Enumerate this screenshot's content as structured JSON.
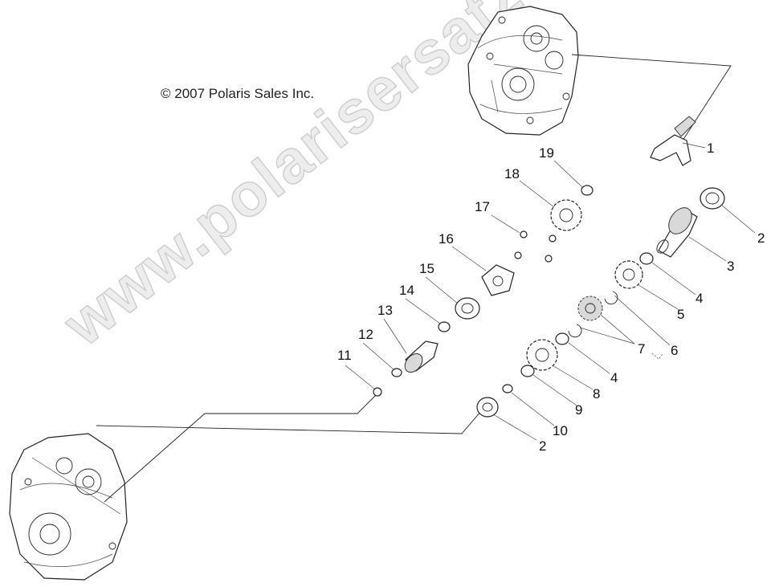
{
  "copyright": "© 2007 Polaris Sales Inc.",
  "watermark": "www.polarisersatzteile.de",
  "callouts": [
    "1",
    "2",
    "3",
    "4",
    "5",
    "6",
    "7",
    "8",
    "9",
    "10",
    "11",
    "12",
    "13",
    "14",
    "15",
    "16",
    "17",
    "18",
    "19"
  ],
  "labels": [
    {
      "text": "1"
    },
    {
      "text": "2"
    },
    {
      "text": "3"
    },
    {
      "text": "4"
    },
    {
      "text": "5"
    },
    {
      "text": "4"
    },
    {
      "text": "6"
    },
    {
      "text": "7"
    },
    {
      "text": "8"
    },
    {
      "text": "9"
    },
    {
      "text": "10"
    },
    {
      "text": "2"
    },
    {
      "text": "11"
    },
    {
      "text": "12"
    },
    {
      "text": "13"
    },
    {
      "text": "14"
    },
    {
      "text": "15"
    },
    {
      "text": "16"
    },
    {
      "text": "17"
    },
    {
      "text": "18"
    },
    {
      "text": "19"
    }
  ]
}
